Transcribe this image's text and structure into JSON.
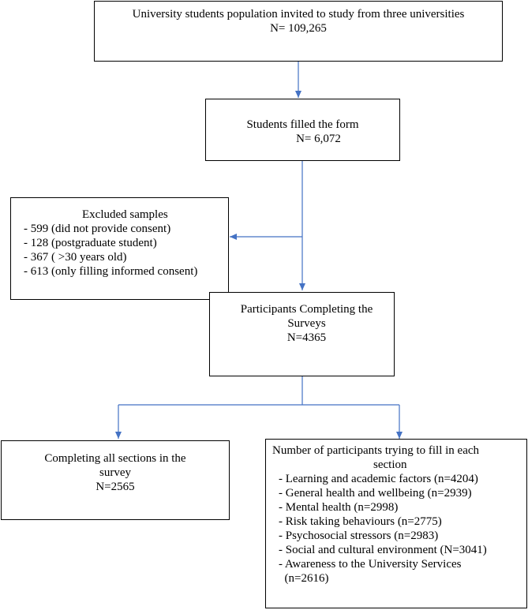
{
  "boxes": {
    "population": {
      "line1": "University students population invited to study from three universities",
      "line2": "N= 109,265"
    },
    "filled": {
      "line1": "Students filled the form",
      "line2": "N= 6,072"
    },
    "excluded": {
      "title": "Excluded samples",
      "items": [
        "- 599 (did not provide consent)",
        "- 128 (postgraduate student)",
        "- 367 ( >30 years old)",
        "- 613 (only filling informed consent)"
      ]
    },
    "completing_surveys": {
      "line1": "Participants Completing the",
      "line2": "Surveys",
      "line3": "N=4365"
    },
    "all_sections": {
      "line1": "Completing all sections in the",
      "line2": "survey",
      "line3": "N=2565"
    },
    "each_section": {
      "title1": "Number of participants trying to fill in each",
      "title2": "section",
      "items": [
        "- Learning and academic factors (n=4204)",
        "- General health and wellbeing (n=2939)",
        "- Mental health (n=2998)",
        "- Risk taking behaviours (n=2775)",
        "- Psychosocial stressors (n=2983)",
        "- Social and cultural environment (N=3041)",
        "- Awareness to the University Services",
        "  (n=2616)"
      ]
    }
  },
  "colors": {
    "arrow": "#4472c4",
    "border": "#000000"
  }
}
